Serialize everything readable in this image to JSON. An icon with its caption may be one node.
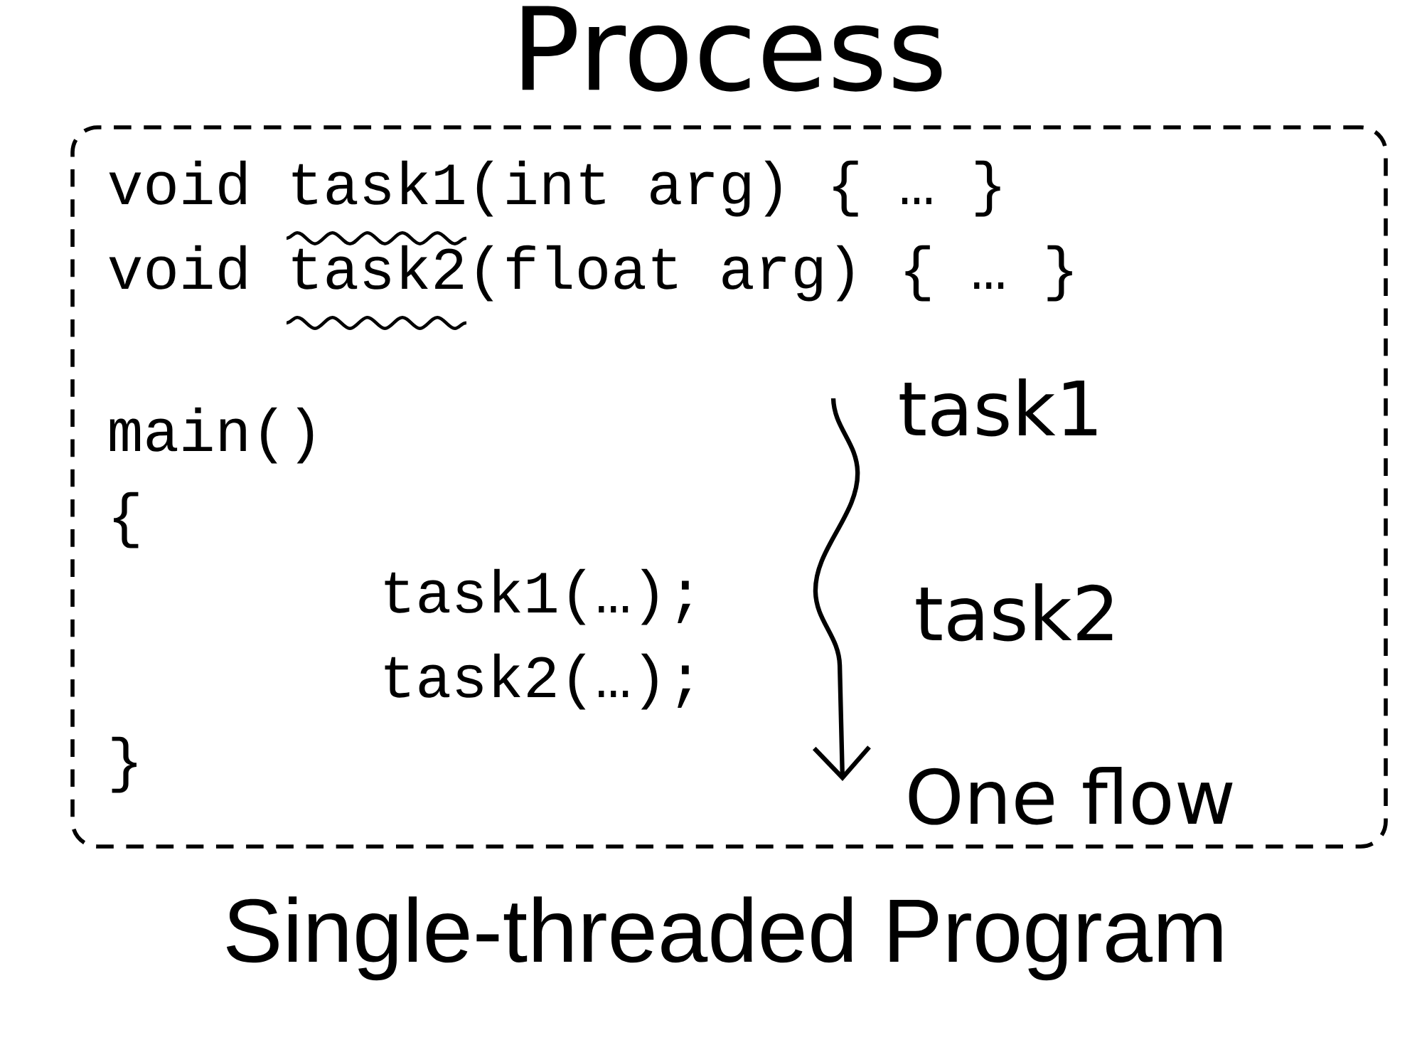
{
  "diagram": {
    "caption": "Single-threaded Program",
    "nodes": [
      {
        "text": [
          "Process"
        ]
      }
    ],
    "labels": [
      "void task1(int arg) { … }",
      "void task2(float arg) { … }",
      "main()",
      "{",
      "task1(…);",
      "task2(…);",
      "}",
      "task1",
      "task2",
      "One flow"
    ]
  }
}
